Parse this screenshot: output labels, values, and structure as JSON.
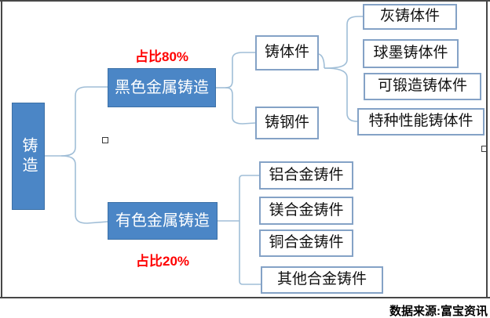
{
  "tree": {
    "root": "铸造",
    "ferrous": {
      "label": "黑色金属铸造",
      "share": "占比80%"
    },
    "nonferrous": {
      "label": "有色金属铸造",
      "share": "占比20%"
    },
    "mid": [
      "铸体件",
      "铸钢件"
    ],
    "ferrous_leaves": [
      "灰铸体件",
      "球墨铸体件",
      "可锻造铸体件",
      "特种性能铸体件"
    ],
    "nonferrous_leaves": [
      "铝合金铸件",
      "镁合金铸件",
      "铜合金铸件",
      "其他合金铸件"
    ]
  },
  "footer": {
    "source": "数据来源:富宝资讯"
  },
  "colors": {
    "node_fill": "#4b86c6",
    "node_border": "#3c70a6",
    "leaf_border": "#84a2c6",
    "connector": "#a0bed7",
    "share_text": "#ff0000",
    "frame": "#474747"
  }
}
